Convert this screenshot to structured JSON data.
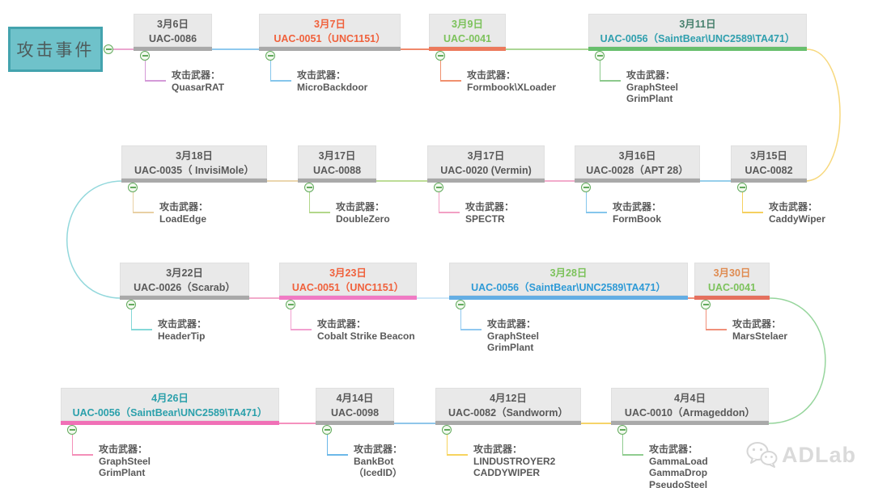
{
  "title": {
    "label": "攻击事件"
  },
  "weapon_prefix": "攻击武器：",
  "theme": {
    "title_fill": "#6fc2ca",
    "title_border": "#43a3ae",
    "box_fill": "#e9e9e9",
    "text_gray": "#595959",
    "icon_green": "#62aa5d"
  },
  "nodes": [
    {
      "date": "3月6日",
      "uac": "UAC-0086",
      "date_color": "#595959",
      "uac_color": "#595959",
      "bar_color": "#a9a9a9",
      "drop_color": "#d49ad8",
      "weapons": [
        "QuasarRAT"
      ]
    },
    {
      "date": "3月7日",
      "uac": "UAC-0051（UNC1151）",
      "date_color": "#f0613c",
      "uac_color": "#f0613c",
      "bar_color": "#a9a9a9",
      "drop_color": "#85c6ec",
      "weapons": [
        "MicroBackdoor"
      ]
    },
    {
      "date": "3月9日",
      "uac": "UAC-0041",
      "date_color": "#7cc25b",
      "uac_color": "#7cc25b",
      "bar_color": "#ec7a5c",
      "drop_color": "#f0906e",
      "weapons": [
        "Formbook\\XLoader"
      ]
    },
    {
      "date": "3月11日",
      "uac": "UAC-0056（SaintBear\\UNC2589\\TA471）",
      "date_color": "#47806d",
      "uac_color": "#2f9fae",
      "bar_color": "#68bf6d",
      "drop_color": "#8cc98c",
      "weapons": [
        "GraphSteel",
        "GrimPlant"
      ]
    },
    {
      "date": "3月18日",
      "uac": "UAC-0035（ InvisiMole）",
      "date_color": "#595959",
      "uac_color": "#595959",
      "bar_color": "#a9a9a9",
      "drop_color": "#e8d0a4",
      "weapons": [
        "LoadEdge"
      ]
    },
    {
      "date": "3月17日",
      "uac": "UAC-0088",
      "date_color": "#595959",
      "uac_color": "#595959",
      "bar_color": "#a9a9a9",
      "drop_color": "#b2d78a",
      "weapons": [
        "DoubleZero"
      ]
    },
    {
      "date": "3月17日",
      "uac": "UAC-0020 (Vermin)",
      "date_color": "#595959",
      "uac_color": "#595959",
      "bar_color": "#a9a9a9",
      "drop_color": "#f2a0c4",
      "weapons": [
        "SPECTR"
      ]
    },
    {
      "date": "3月16日",
      "uac": "UAC-0028（APT 28）",
      "date_color": "#595959",
      "uac_color": "#595959",
      "bar_color": "#a9a9a9",
      "drop_color": "#85c6ec",
      "weapons": [
        "FormBook"
      ]
    },
    {
      "date": "3月15日",
      "uac": "UAC-0082",
      "date_color": "#595959",
      "uac_color": "#595959",
      "bar_color": "#a9a9a9",
      "drop_color": "#f5d060",
      "weapons": [
        "CaddyWiper"
      ]
    },
    {
      "date": "3月22日",
      "uac": "UAC-0026（Scarab）",
      "date_color": "#595959",
      "uac_color": "#595959",
      "bar_color": "#a9a9a9",
      "drop_color": "#85d8d8",
      "weapons": [
        "HeaderTip"
      ]
    },
    {
      "date": "3月23日",
      "uac": "UAC-0051（UNC1151）",
      "date_color": "#f0613c",
      "uac_color": "#f0613c",
      "bar_color": "#f07ac4",
      "drop_color": "#f2a0d0",
      "weapons": [
        "Cobalt Strike Beacon"
      ]
    },
    {
      "date": "3月28日",
      "uac": "UAC-0056（SaintBear\\UNC2589\\TA471）",
      "date_color": "#7cc25b",
      "uac_color": "#2e9ad6",
      "bar_color": "#64aee4",
      "drop_color": "#90c8f0",
      "weapons": [
        "GraphSteel",
        "GrimPlant"
      ]
    },
    {
      "date": "3月30日",
      "uac": "UAC-0041",
      "date_color": "#df8b51",
      "uac_color": "#7cc25b",
      "bar_color": "#e5705e",
      "drop_color": "#f0907a",
      "weapons": [
        "MarsStelaer"
      ]
    },
    {
      "date": "4月26日",
      "uac": "UAC-0056（SaintBear\\UNC2589\\TA471）",
      "date_color": "#2ba0ab",
      "uac_color": "#2ba0ab",
      "bar_color": "#f070b6",
      "drop_color": "#f48fb8",
      "weapons": [
        "GraphSteel",
        "GrimPlant"
      ]
    },
    {
      "date": "4月14日",
      "uac": "UAC-0098",
      "date_color": "#595959",
      "uac_color": "#595959",
      "bar_color": "#a9a9a9",
      "drop_color": "#6cb8e8",
      "weapons": [
        "BankBot",
        "（IcedID）"
      ]
    },
    {
      "date": "4月12日",
      "uac": "UAC-0082（Sandworm）",
      "date_color": "#595959",
      "uac_color": "#595959",
      "bar_color": "#a9a9a9",
      "drop_color": "#f7d45e",
      "weapons": [
        "LINDUSTROYER2",
        "CADDYWIPER"
      ]
    },
    {
      "date": "4月4日",
      "uac": "UAC-0010（Armageddon）",
      "date_color": "#595959",
      "uac_color": "#595959",
      "bar_color": "#a9a9a9",
      "drop_color": "#90cc90",
      "weapons": [
        "GammaLoad",
        "GammaDrop",
        "PseudoSteel"
      ]
    }
  ],
  "connectors": [
    {
      "from": "attack-event",
      "to": "3月6日",
      "color": "#eba6cf"
    },
    {
      "from": "3月6日",
      "to": "3月7日",
      "color": "#8fc9ee"
    },
    {
      "from": "3月7日",
      "to": "3月9日",
      "color": "#f0886a"
    },
    {
      "from": "3月9日",
      "to": "3月11日",
      "color": "#abd695"
    },
    {
      "from": "3月18日",
      "to": "3月17日",
      "color": "#ead6ae"
    },
    {
      "from": "3月17日",
      "to": "3月17日",
      "color": "#bcdc96"
    },
    {
      "from": "3月17日",
      "to": "3月16日",
      "color": "#f2abcb"
    },
    {
      "from": "3月16日",
      "to": "3月15日",
      "color": "#96cfeb"
    },
    {
      "from": "3月22日",
      "to": "3月23日",
      "color": "#f2abcb"
    },
    {
      "from": "3月23日",
      "to": "3月28日",
      "color": "#cfe7f8"
    },
    {
      "from": "3月28日",
      "to": "3月30日",
      "color": "#f0907b"
    },
    {
      "from": "4月26日",
      "to": "4月14日",
      "color": "#f591be"
    },
    {
      "from": "4月14日",
      "to": "4月12日",
      "color": "#8fc6ea"
    },
    {
      "from": "4月12日",
      "to": "4月4日",
      "color": "#f6d469"
    }
  ],
  "curves": [
    {
      "name": "right-top",
      "color": "#f7d87d"
    },
    {
      "name": "left-middle",
      "color": "#93d8dc"
    },
    {
      "name": "right-bottom",
      "color": "#96d59c"
    }
  ],
  "watermark": {
    "label": "ADLab",
    "icon": "wechat-icon"
  }
}
